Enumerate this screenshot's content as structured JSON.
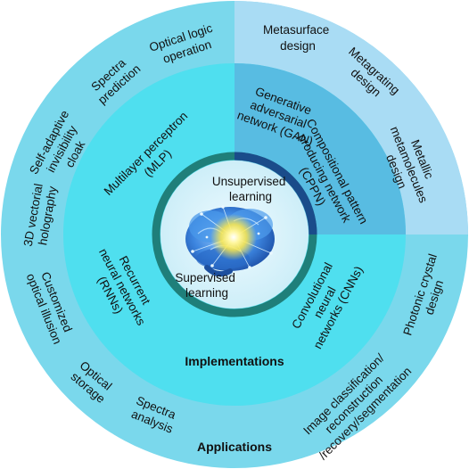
{
  "colors": {
    "outer_ring": "#7ad8ec",
    "outer_ring_quadrant": "#a9dcf4",
    "middle_ring": "#4fdfef",
    "middle_ring_quadrant": "#58bce2",
    "inner_ring_main": "#1f7f7a",
    "inner_ring_accent": "#1a4c8a",
    "core_bg": "#d8f2fa",
    "brain_dark": "#1f5fb8",
    "brain_light": "#5ba8ee",
    "glow": "#fff14a"
  },
  "core": {
    "label_top": [
      "Unsupervised",
      "learning"
    ],
    "label_bottom": [
      "Supervised",
      "learning"
    ]
  },
  "implementations": {
    "title": "Implementations",
    "mlp": [
      "Multilayer perceptron",
      "(MLP)"
    ],
    "gan": [
      "Generative",
      "adversarial",
      "network (GAN)"
    ],
    "cppn": [
      "Compositional pattern",
      "producing network",
      "(CPPN)"
    ],
    "rnn": [
      "Recurrent",
      "neural networks",
      "(RNNs)"
    ],
    "cnn": [
      "Convolutional",
      "neural",
      "networks (CNNs)"
    ]
  },
  "applications": {
    "title": "Applications",
    "metasurface": [
      "Metasurface",
      "design"
    ],
    "metagrating": [
      "Metagrating",
      "design"
    ],
    "metallic": [
      "Metallic",
      "metamolecules",
      "design"
    ],
    "photonic": [
      "Photonic crystal",
      "design"
    ],
    "image": [
      "Image classification/",
      "reconstruction",
      "/recovery/segmentation"
    ],
    "spectra_analysis": [
      "Spectra",
      "analysis"
    ],
    "optical_storage": [
      "Optical",
      "storage"
    ],
    "illusion": [
      "Customized",
      "optical illusion"
    ],
    "holography": [
      "3D vectorial",
      "holography"
    ],
    "cloak": [
      "Self-adaptive",
      "invisibility",
      "cloak"
    ],
    "spectra_prediction": [
      "Spectra",
      "prediction"
    ],
    "logic": [
      "Optical logic",
      "operation"
    ]
  }
}
